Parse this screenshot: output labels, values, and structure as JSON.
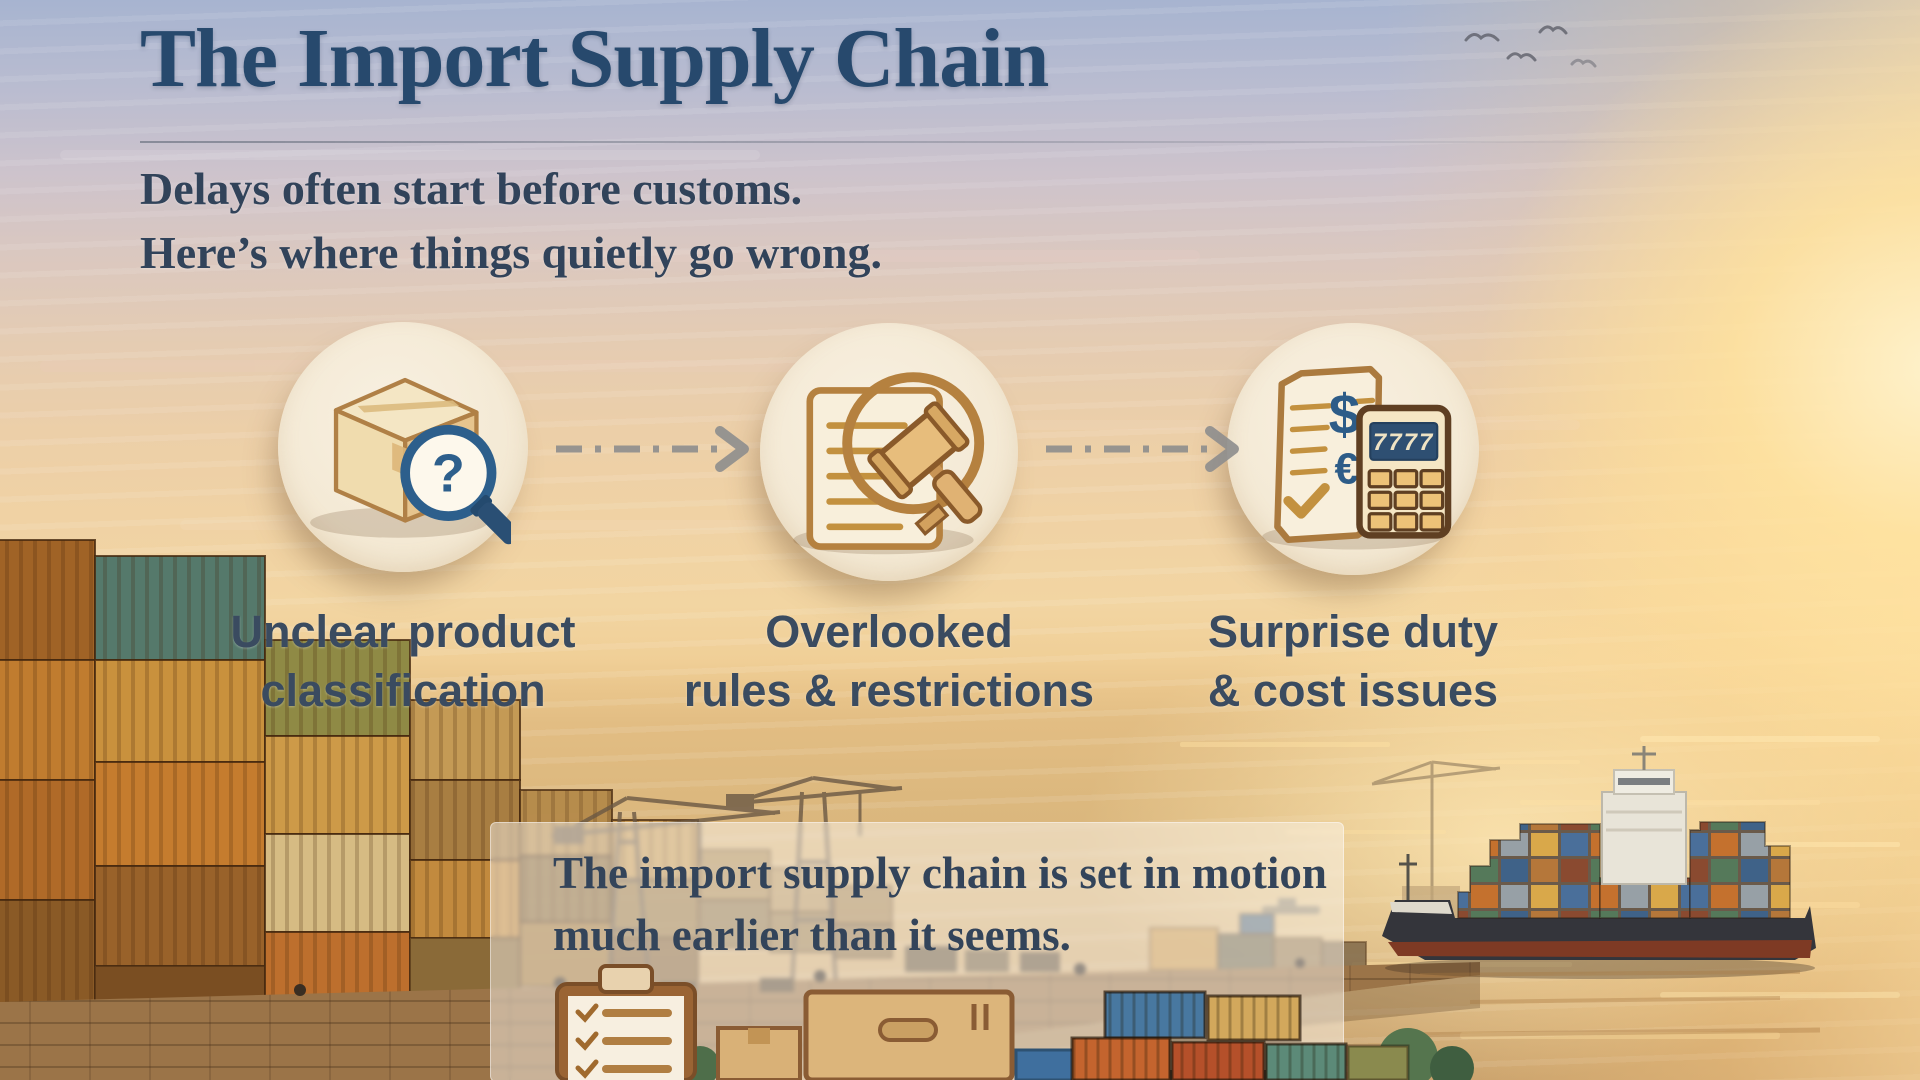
{
  "header": {
    "title": "The Import Supply Chain"
  },
  "intro": {
    "line1": "Delays often start before customs.",
    "line2": "Here’s where things quietly go wrong."
  },
  "steps": [
    {
      "id": "unclear-classification",
      "icon": "box-magnifier-question-icon",
      "glyph": "?",
      "label_line1": "Unclear product",
      "label_line2": "classification"
    },
    {
      "id": "overlooked-rules",
      "icon": "document-gavel-icon",
      "label_line1": "Overlooked",
      "label_line2": "rules & restrictions"
    },
    {
      "id": "surprise-costs",
      "icon": "invoice-calculator-icon",
      "currency_primary": "$",
      "currency_secondary": "€",
      "calc_display": "7777",
      "label_line1": "Surprise duty",
      "label_line2": "& cost issues"
    }
  ],
  "callout": {
    "line1": "The import supply chain is set in motion",
    "line2": "much earlier than it seems."
  },
  "colors": {
    "title_navy": "#27496d",
    "text_slate": "#36475c",
    "circle_cream": "#f3e8d2",
    "icon_tan": "#b5813f",
    "icon_navy": "#2d5c88",
    "arrow_gray": "#8d8d8d",
    "sky_top": "#a7b4d0",
    "sunset_gold": "#f2d5a2",
    "hull_dark": "#34353b"
  }
}
